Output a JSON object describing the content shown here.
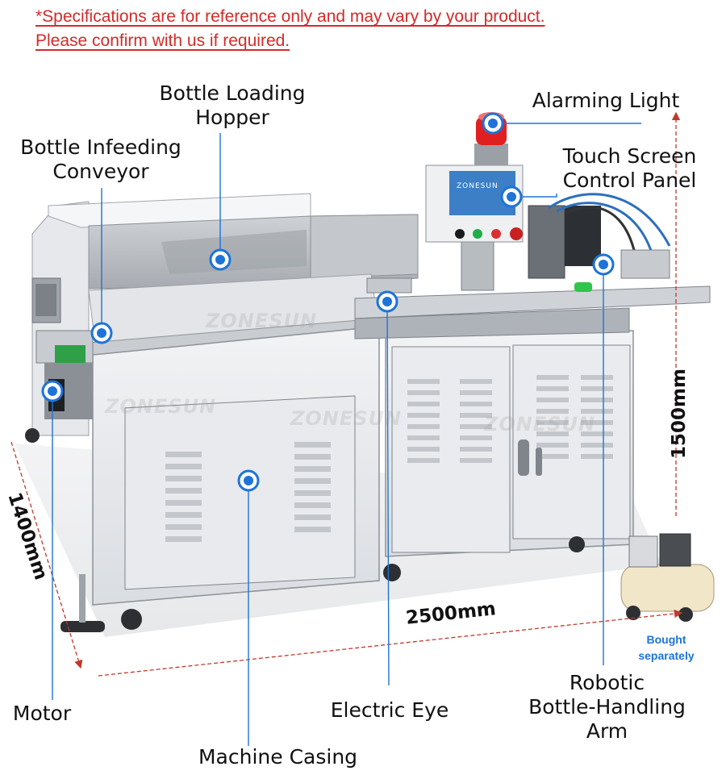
{
  "disclaimer": {
    "line1": "*Specifications are for reference only and may vary by your product.",
    "line2": "Please confirm with us if required."
  },
  "labels": {
    "bottle_loading_hopper": [
      "Bottle Loading",
      "Hopper"
    ],
    "bottle_infeeding_conveyor": [
      "Bottle Infeeding",
      "Conveyor"
    ],
    "alarming_light": [
      "Alarming Light"
    ],
    "touch_screen_control_panel": [
      "Touch Screen",
      "Control Panel"
    ],
    "motor": [
      "Motor"
    ],
    "electric_eye": [
      "Electric Eye"
    ],
    "robotic_arm": [
      "Robotic",
      "Bottle-Handling",
      "Arm"
    ],
    "machine_casing": [
      "Machine Casing"
    ]
  },
  "dimensions": {
    "width": "2500mm",
    "depth": "1400mm",
    "height": "1500mm"
  },
  "compressor_note": [
    "Bought",
    "separately"
  ],
  "screen_brand": "ZONESUN",
  "watermark": "ZONESUN",
  "colors": {
    "disclaimer_red": "#d42a2a",
    "callout_blue": "#1e73d8",
    "dimension_red": "#c0392b",
    "alarm_red": "#e02020"
  }
}
